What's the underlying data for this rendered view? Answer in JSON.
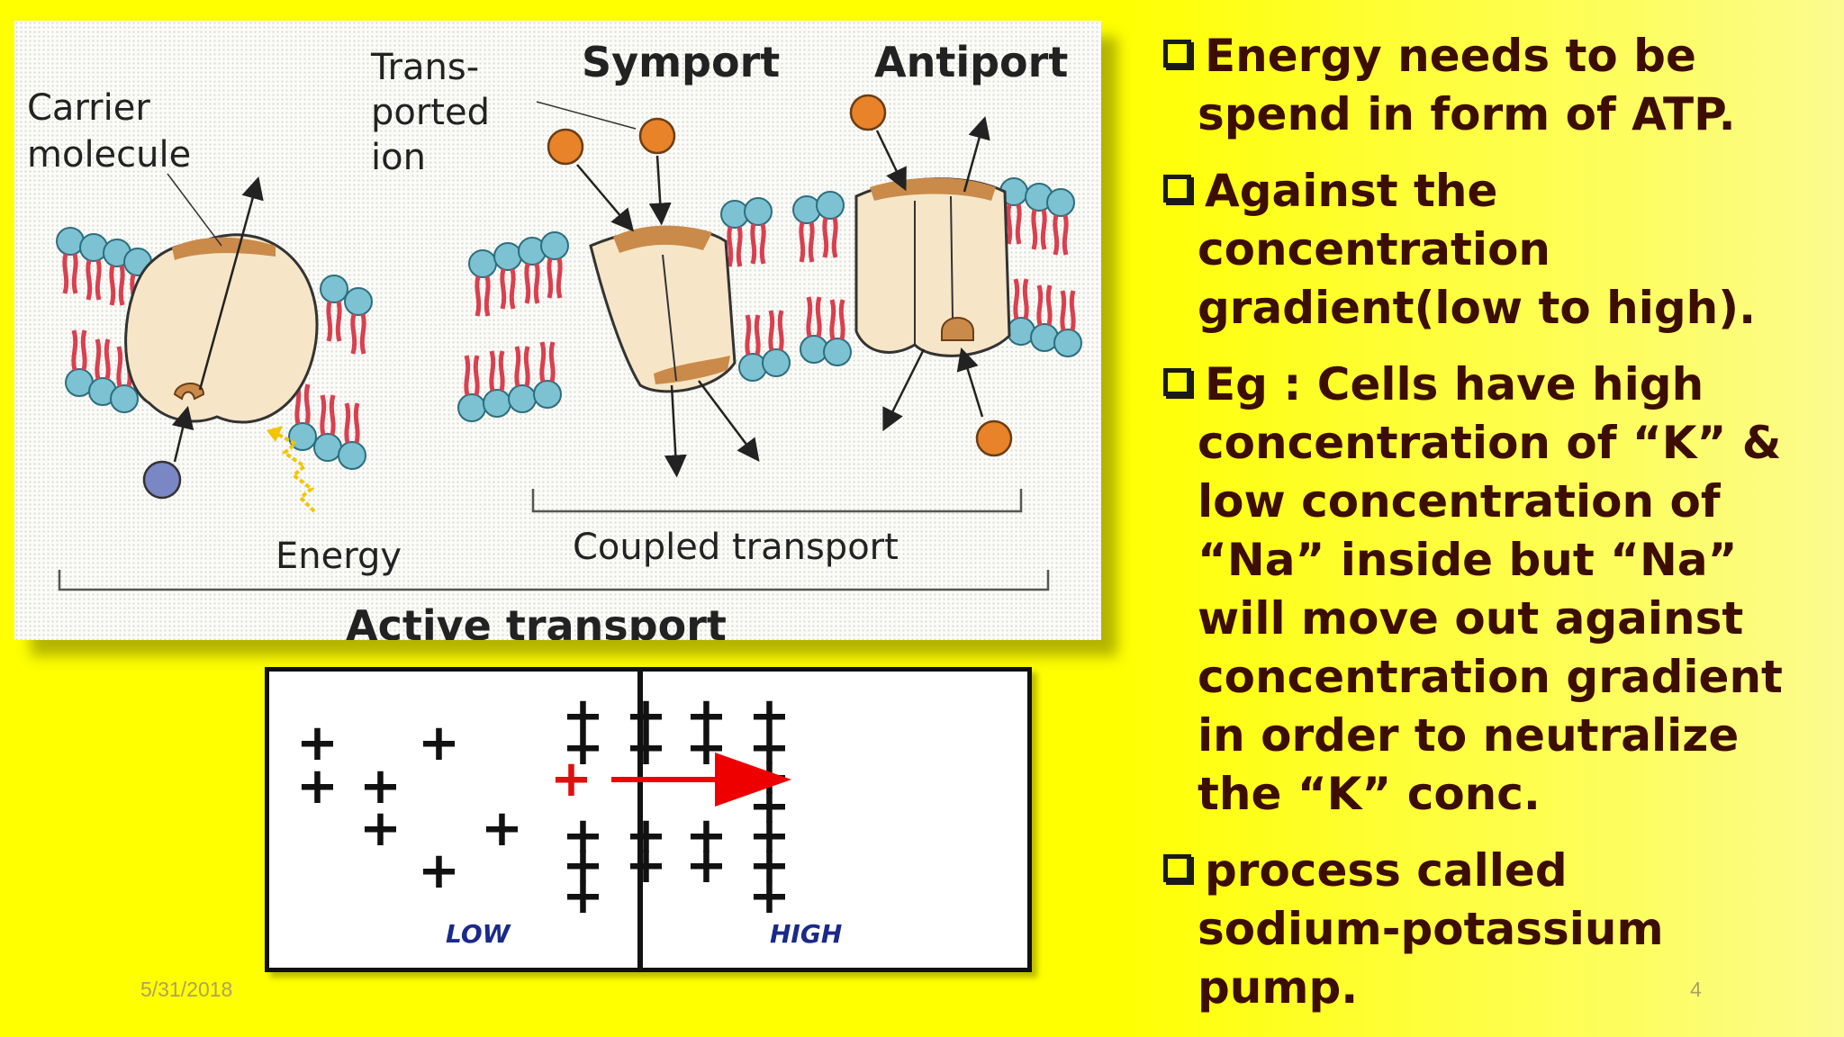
{
  "top_figure": {
    "labels": {
      "carrier_line1": "Carrier",
      "carrier_line2": "molecule",
      "transported_line1": "Trans-",
      "transported_line2": "ported",
      "transported_line3": "ion",
      "symport": "Symport",
      "antiport": "Antiport",
      "energy": "Energy",
      "coupled_transport": "Coupled transport",
      "active_transport": "Active transport"
    },
    "colors": {
      "protein": "#f6e6c7",
      "protein_outline": "#333333",
      "binding_site": "#c98a4a",
      "phospholipid_head": "#7cc2d2",
      "phospholipid_tail": "#d9404f",
      "ion": "#e8832a",
      "blue_ion": "#7b86c4",
      "energy_arrow": "#f2c500"
    }
  },
  "bottom_figure": {
    "low_label": "LOW",
    "high_label": "HIGH",
    "plus_glyph": "+",
    "colors": {
      "plus": "#111111",
      "moving_plus": "#e01010",
      "arrow": "#ee0000"
    }
  },
  "bullets": [
    {
      "head": "Energy needs to be",
      "text": "spend in form of ATP."
    },
    {
      "head": "Against the",
      "text": "concentration gradient(low to high)."
    },
    {
      "head": "Eg : Cells have high",
      "text": "concentration of “K” & low concentration of “Na” inside but “Na” will move out against concentration gradient in order to neutralize the “K” conc."
    },
    {
      "head": "process called",
      "text": "sodium-potassium pump."
    }
  ],
  "footer": {
    "date": "5/31/2018",
    "page_number": "4"
  }
}
